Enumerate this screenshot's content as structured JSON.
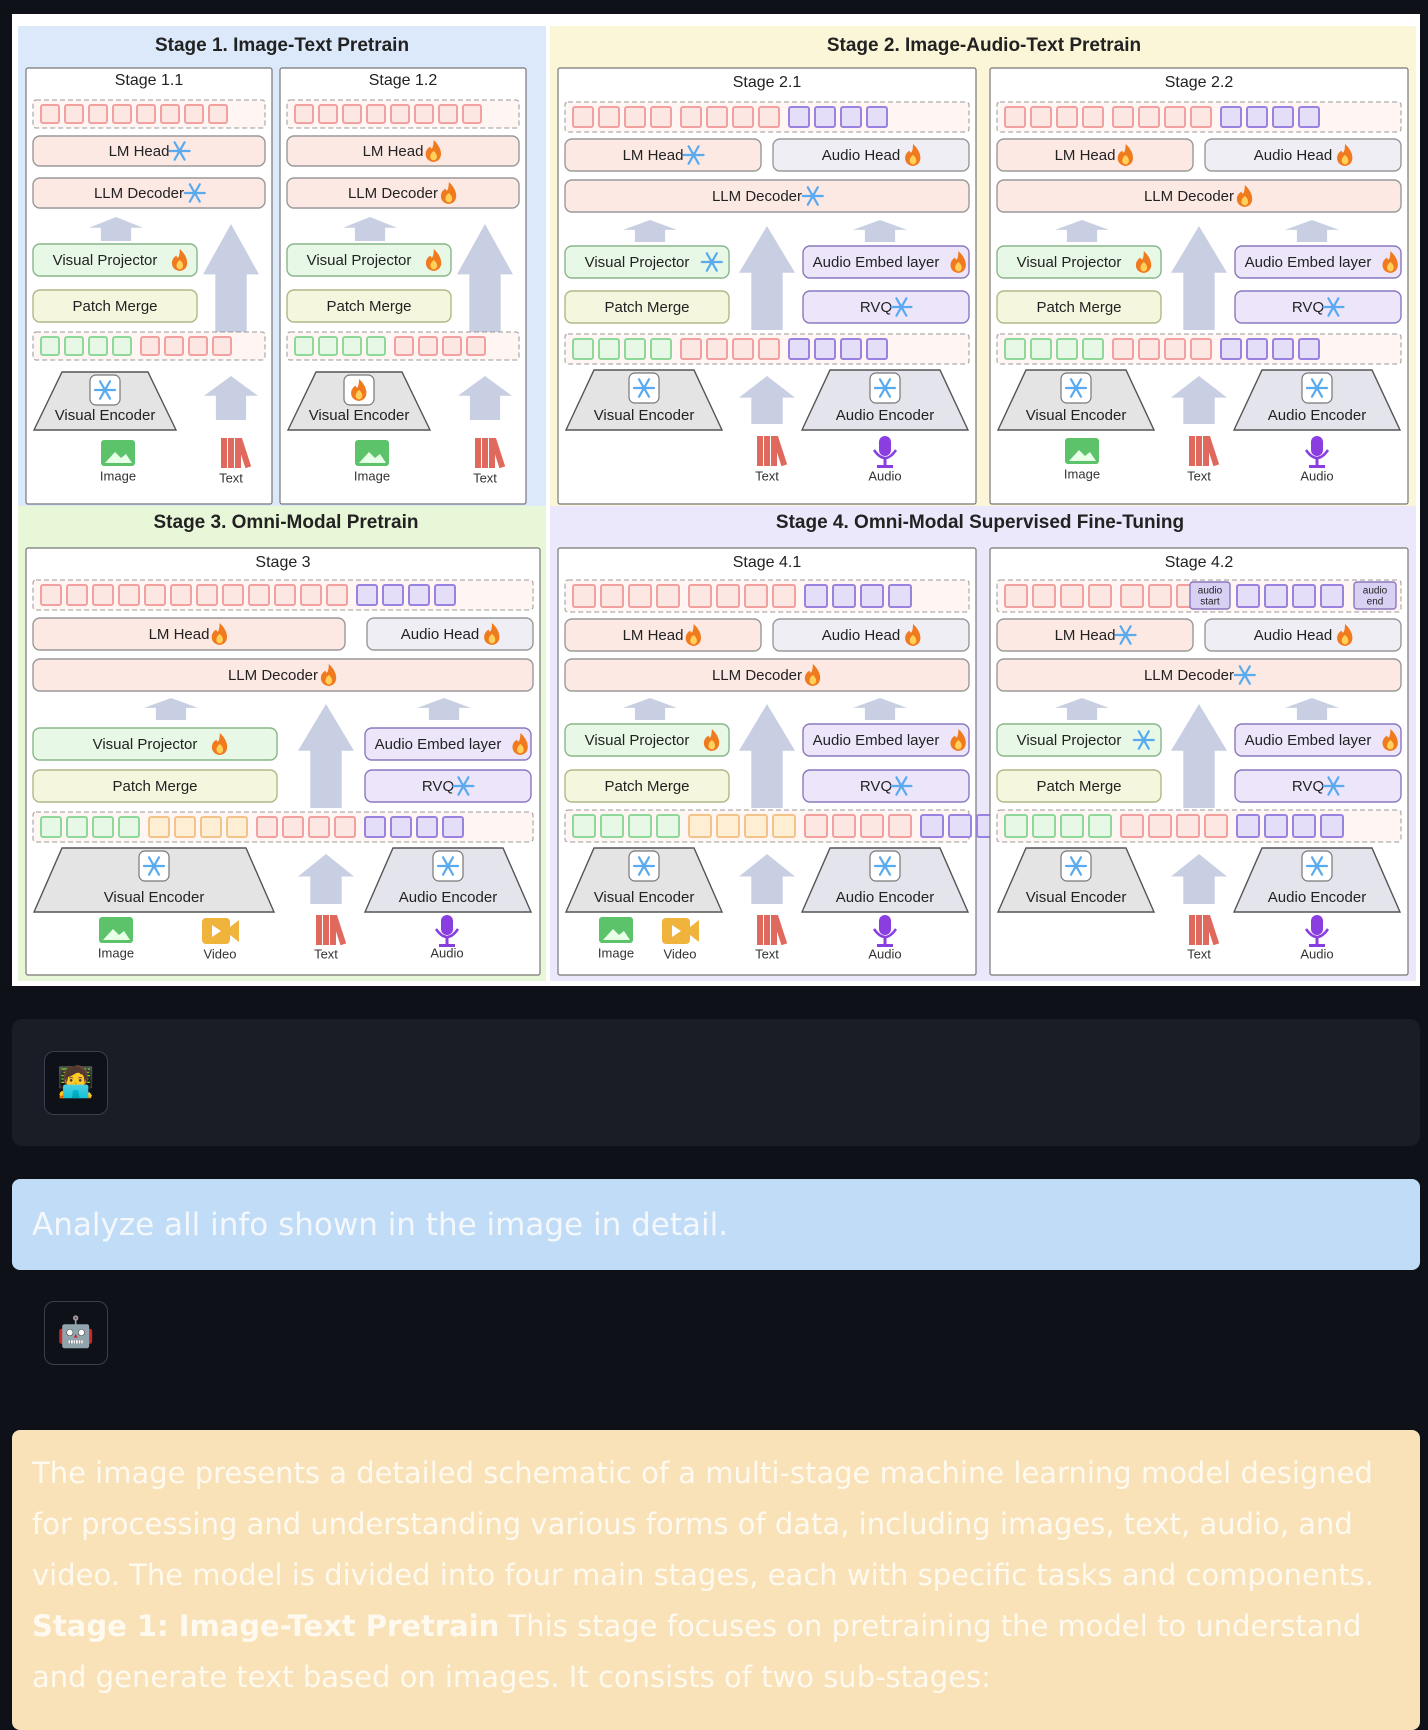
{
  "figure": {
    "stage1": {
      "title": "Stage 1. Image-Text Pretrain",
      "s11": "Stage 1.1",
      "s12": "Stage 1.2"
    },
    "stage2": {
      "title": "Stage 2. Image-Audio-Text Pretrain",
      "s21": "Stage 2.1",
      "s22": "Stage 2.2"
    },
    "stage3": {
      "title": "Stage 3. Omni-Modal Pretrain",
      "s3": "Stage 3"
    },
    "stage4": {
      "title": "Stage 4. Omni-Modal Supervised Fine-Tuning",
      "s41": "Stage 4.1",
      "s42": "Stage 4.2"
    },
    "labels": {
      "lm_head": "LM Head",
      "audio_head": "Audio Head",
      "llm_decoder": "LLM Decoder",
      "visual_projector": "Visual Projector",
      "audio_embed": "Audio  Embed layer",
      "patch_merge": "Patch Merge",
      "rvq": "RVQ",
      "visual_encoder": "Visual Encoder",
      "audio_encoder": "Audio Encoder",
      "image": "Image",
      "text": "Text",
      "audio": "Audio",
      "video": "Video",
      "audio_start": "audio start",
      "audio_end": "audio end"
    },
    "colors": {
      "frozen": "#5aaaf0",
      "trainable": "#f07a1e",
      "text_token": "#f2a0a0",
      "vis_token": "#8ed89a",
      "aud_token": "#9a82e0"
    }
  },
  "user": {
    "avatar": "🧑‍💻",
    "prompt": "Analyze all info shown in the image in detail."
  },
  "bot": {
    "avatar": "🤖",
    "para1": "The image presents a detailed schematic of a multi-stage machine learning model designed for processing and understanding various forms of data, including images, text, audio, and video. The model is divided into four main stages, each with specific tasks and components.",
    "stage1_bold": "Stage 1: Image-Text Pretrain",
    "stage1_rest": " This stage focuses on pretraining the model to understand and generate text based on images. It consists of two sub-stages:"
  }
}
